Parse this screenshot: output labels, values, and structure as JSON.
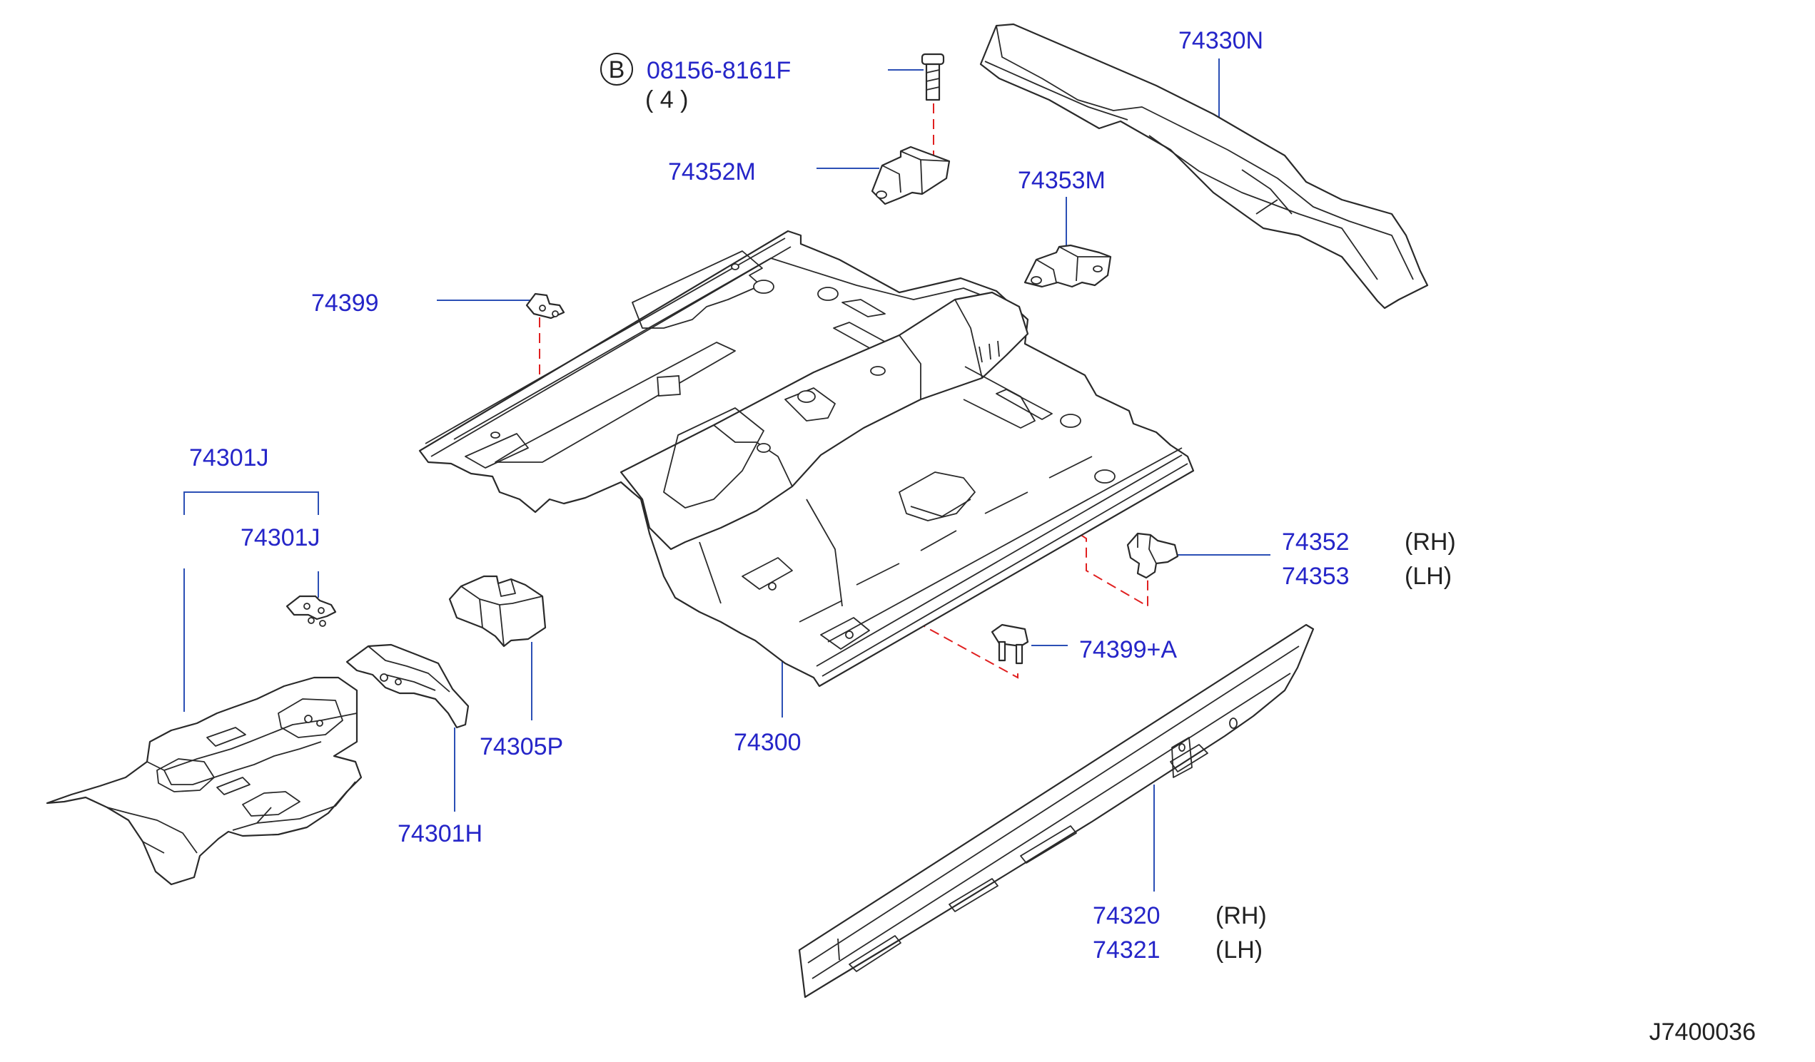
{
  "diagram": {
    "ref_code": "J7400036",
    "bolt": {
      "circle_letter": "B",
      "part_no": "08156-8161F",
      "qty": "( 4 )"
    },
    "labels": {
      "p74330N": "74330N",
      "p74352M": "74352M",
      "p74353M": "74353M",
      "p74399": "74399",
      "p74301J": "74301J",
      "p74301J_sub": "74301J",
      "p74305P": "74305P",
      "p74300": "74300",
      "p74301H": "74301H",
      "p74352": "74352",
      "p74353": "74353",
      "p74399A": "74399+A",
      "p74320": "74320",
      "p74321": "74321"
    },
    "qualifiers": {
      "rh": "(RH)",
      "lh": "(LH)"
    }
  }
}
